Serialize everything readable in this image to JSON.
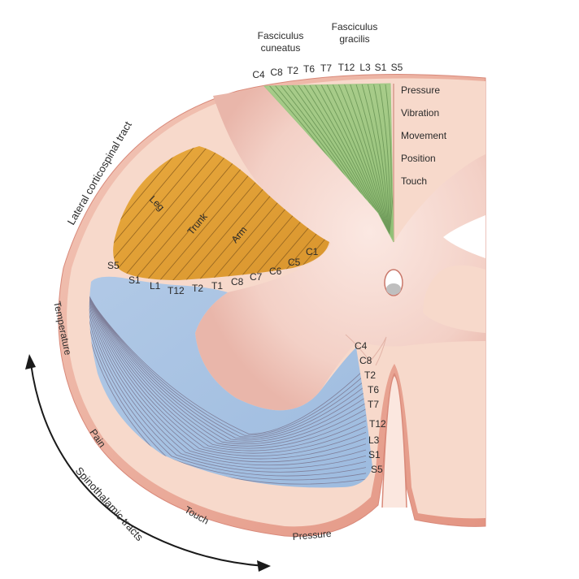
{
  "dorsal_column": {
    "label_cuneatus": [
      "Fasciculus",
      "cuneatus"
    ],
    "label_gracilis": [
      "Fasciculus",
      "gracilis"
    ],
    "segments": [
      "C4",
      "C8",
      "T2",
      "T6",
      "T7",
      "T12",
      "L3",
      "S1",
      "S5"
    ],
    "modalities": [
      "Pressure",
      "Vibration",
      "Movement",
      "Position",
      "Touch"
    ]
  },
  "corticospinal": {
    "title": "Lateral corticospinal tract",
    "regions": [
      "Leg",
      "Trunk",
      "Arm"
    ],
    "segments": [
      "S5",
      "S1",
      "L1",
      "T12",
      "T2",
      "T1",
      "C8",
      "C7",
      "C6",
      "C5",
      "C1"
    ]
  },
  "spinothalamic": {
    "title": "Spinothalamic tracts",
    "modalities": [
      "Temperature",
      "Pain",
      "Touch",
      "Pressure"
    ],
    "segments": [
      "C4",
      "C8",
      "T2",
      "T6",
      "T7",
      "T12",
      "L3",
      "S1",
      "S5"
    ]
  },
  "colors": {
    "white_matter": "#f6d6c8",
    "gray_matter": "#f2cfc5",
    "dorsal_column": "#9fc785",
    "corticospinal": "#e0a13a",
    "spinothalamic": "#a9c3e2",
    "outline": "#d9897a",
    "pia": "#e6a79a"
  }
}
